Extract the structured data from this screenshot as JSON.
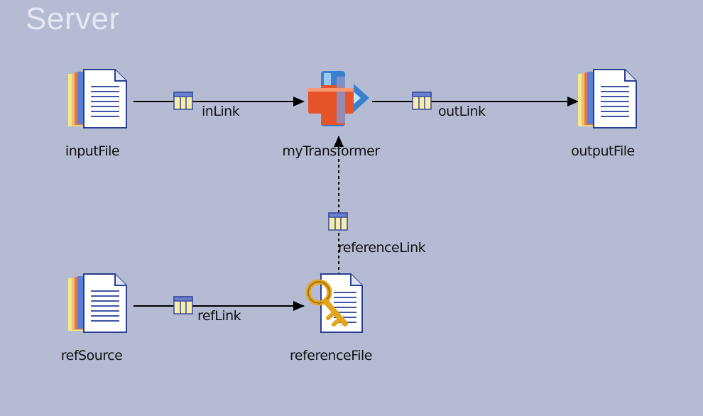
{
  "canvas": {
    "title": "Server"
  },
  "stages": {
    "input_file": "inputFile",
    "transformer": "myTransformer",
    "output_file": "outputFile",
    "ref_source": "refSource",
    "reference_file": "referenceFile"
  },
  "links": {
    "in_link": "inLink",
    "out_link": "outLink",
    "ref_link": "refLink",
    "reference_link": "referenceLink"
  },
  "icons": {
    "file_stage": "sequential-file-icon",
    "transformer_stage": "transformer-icon",
    "lookup_stage": "lookup-file-key-icon",
    "link_marker": "link-table-icon"
  },
  "colors": {
    "canvas_bg": "#b5bbd3",
    "title_text": "#e6e9f3",
    "link_line": "#000000",
    "transformer_orange": "#e8542a",
    "transformer_blue": "#3a7fd0",
    "key_gold": "#e3a51c"
  }
}
